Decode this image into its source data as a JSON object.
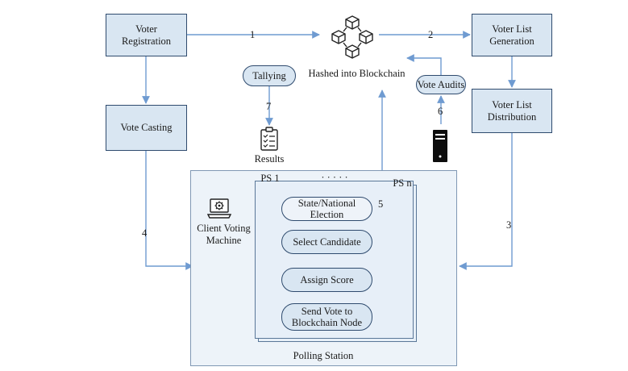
{
  "nodes": {
    "voter_registration": "Voter\nRegistration",
    "voter_list_generation": "Voter List\nGeneration",
    "voter_list_distribution": "Voter List\nDistribution",
    "vote_casting": "Vote Casting",
    "hashed_into_blockchain": "Hashed into Blockchain",
    "tallying": "Tallying",
    "vote_audits": "Vote Audits",
    "results": "Results",
    "client_voting_machine": "Client Voting\nMachine",
    "state_national_election": "State/National\nElection",
    "select_candidate": "Select Candidate",
    "assign_score": "Assign Score",
    "send_vote": "Send Vote to\nBlockchain Node"
  },
  "regions": {
    "polling_station": "Polling Station",
    "ps1": "PS 1",
    "psn": "PS n",
    "dots": "· · · · ·"
  },
  "edge_labels": {
    "e1": "1",
    "e2": "2",
    "e3": "3",
    "e4": "4",
    "e5": "5",
    "e6": "6",
    "e7": "7"
  },
  "colors": {
    "box_fill": "#d9e6f2",
    "box_border": "#2f4b6e",
    "arrow": "#6f9bd1",
    "region_fill": "#edf3f9"
  },
  "icons": [
    "blockchain-icon",
    "server-icon",
    "clipboard-icon",
    "laptop-gear-icon"
  ]
}
